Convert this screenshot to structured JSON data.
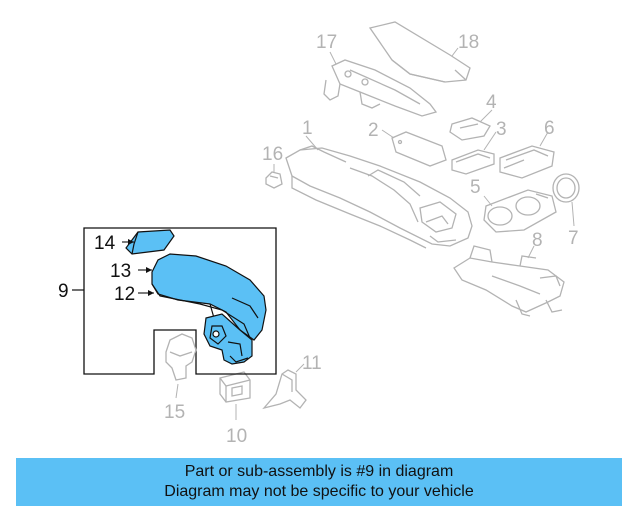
{
  "callouts": {
    "c1": "1",
    "c2": "2",
    "c3": "3",
    "c4": "4",
    "c5": "5",
    "c6": "6",
    "c7": "7",
    "c8": "8",
    "c9": "9",
    "c10": "10",
    "c11": "11",
    "c12": "12",
    "c13": "13",
    "c14": "14",
    "c15": "15",
    "c16": "16",
    "c17": "17",
    "c18": "18"
  },
  "banner": {
    "line1": "Part or sub-assembly is #9 in diagram",
    "line2": "Diagram may not be specific to your vehicle"
  },
  "colors": {
    "highlight": "#5bc0f5",
    "line_grey": "#b3b3b3",
    "ink": "#111111"
  }
}
